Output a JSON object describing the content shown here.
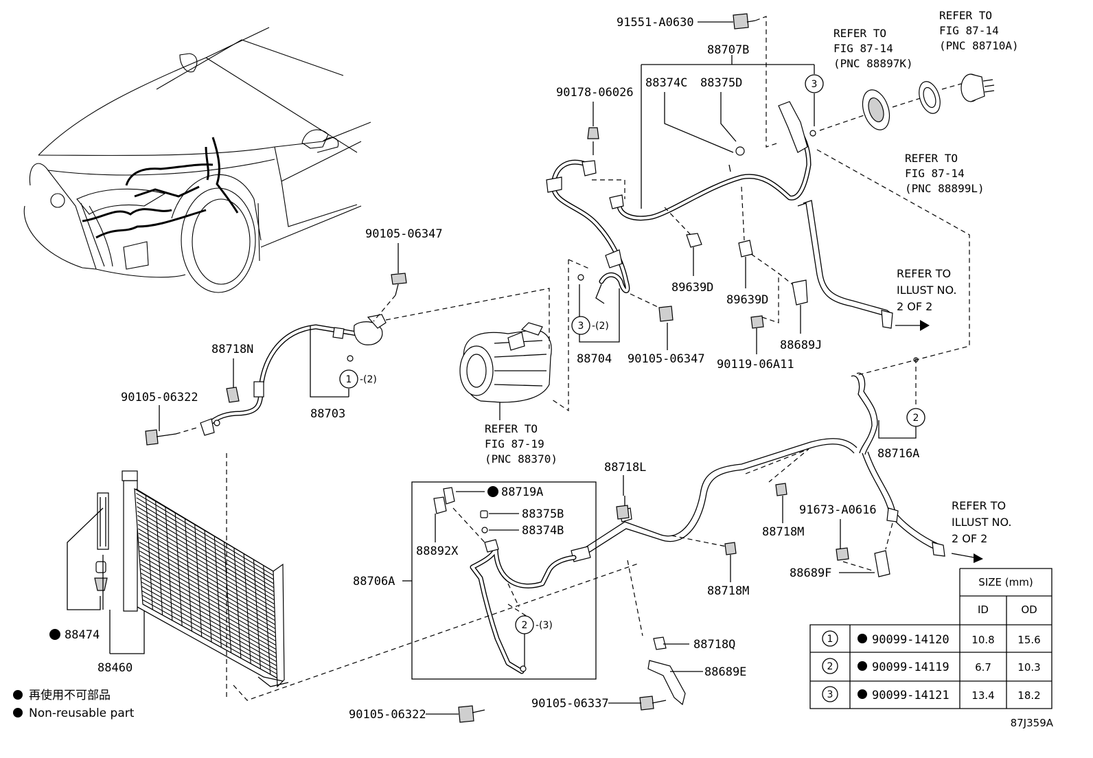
{
  "part_labels": {
    "p91551": "91551-A0630",
    "p88707B": "88707B",
    "p88374C": "88374C",
    "p88375D": "88375D",
    "p90178": "90178-06026",
    "p90105_06347_a": "90105-06347",
    "p88718N": "88718N",
    "p90105_06322_a": "90105-06322",
    "p88703": "88703",
    "p88704": "88704",
    "p90105_06347_b": "90105-06347",
    "p89639D_a": "89639D",
    "p89639D_b": "89639D",
    "p88689J": "88689J",
    "p90119": "90119-06A11",
    "p88716A": "88716A",
    "p88718L": "88718L",
    "p88719A": "88719A",
    "p88375B": "88375B",
    "p88374B": "88374B",
    "p88892X": "88892X",
    "p88706A": "88706A",
    "p88718M_a": "88718M",
    "p88718M_b": "88718M",
    "p91673": "91673-A0616",
    "p88689F": "88689F",
    "p88718Q": "88718Q",
    "p88689E": "88689E",
    "p90105_06337": "90105-06337",
    "p90105_06322_b": "90105-06322",
    "p88474": "88474",
    "p88460": "88460"
  },
  "refs": {
    "r1": [
      "REFER TO",
      "FIG 87-14",
      "(PNC 88897K)"
    ],
    "r2": [
      "REFER TO",
      "FIG 87-14",
      "(PNC 88710A)"
    ],
    "r3": [
      "REFER TO",
      "FIG 87-14",
      "(PNC 88899L)"
    ],
    "r4": [
      "REFER TO",
      "ILLUST NO.",
      "2 OF 2"
    ],
    "r5": [
      "REFER TO",
      "FIG 87-19",
      "(PNC 88370)"
    ],
    "r6": [
      "REFER TO",
      "ILLUST NO.",
      "2 OF 2"
    ]
  },
  "callouts": {
    "c3_top": "3",
    "c3_mid": "3",
    "c3_mid_qty": "-(2)",
    "c1": "1",
    "c1_qty": "-(2)",
    "c2_right": "2",
    "c2_box": "2",
    "c2_box_qty": "-(3)"
  },
  "legend": {
    "jp": "再使用不可部品",
    "en": "Non-reusable part"
  },
  "table": {
    "size_header": "SIZE (mm)",
    "col_id": "ID",
    "col_od": "OD",
    "rows": [
      {
        "num": "1",
        "part": "90099-14120",
        "id": "10.8",
        "od": "15.6"
      },
      {
        "num": "2",
        "part": "90099-14119",
        "id": "6.7",
        "od": "10.3"
      },
      {
        "num": "3",
        "part": "90099-14121",
        "id": "13.4",
        "od": "18.2"
      }
    ]
  },
  "figure_code": "87J359A"
}
